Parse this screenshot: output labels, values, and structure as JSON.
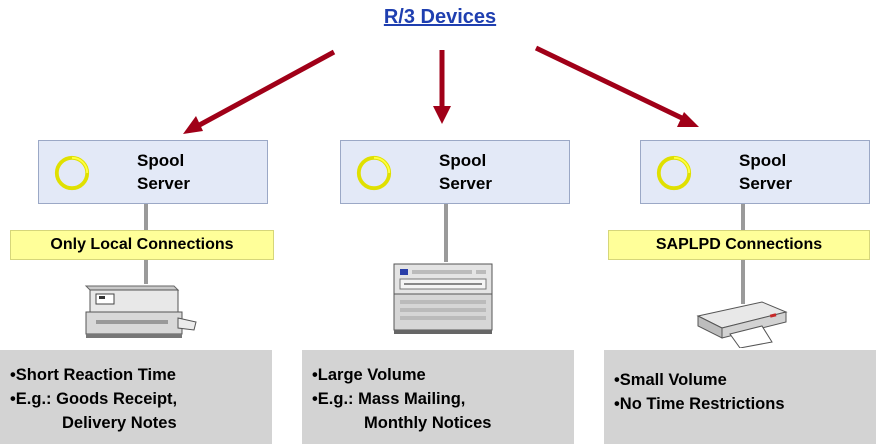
{
  "title": "R/3 Devices",
  "servers": [
    {
      "line1": "Spool",
      "line2": "Server"
    },
    {
      "line1": "Spool",
      "line2": "Server"
    },
    {
      "line1": "Spool",
      "line2": "Server"
    }
  ],
  "connections": {
    "left": "Only Local Connections",
    "right": "SAPLPD Connections"
  },
  "notes": {
    "left": {
      "line1": "•Short Reaction Time",
      "line2": "•E.g.: Goods Receipt,",
      "line3": "Delivery Notes"
    },
    "middle": {
      "line1": "•Large Volume",
      "line2": "•E.g.: Mass Mailing,",
      "line3": "Monthly Notices"
    },
    "right": {
      "line1": "•Small Volume",
      "line2": "•No Time Restrictions"
    }
  },
  "colors": {
    "title": "#1f3fb0",
    "arrow": "#a00018",
    "server_bg": "#e3e9f7",
    "ring": "#ffff00",
    "connection_bg": "#ffff99",
    "note_bg": "#d3d3d3"
  },
  "icons": [
    "circular-arrows-icon",
    "laser-printer-icon",
    "line-printer-icon",
    "desktop-printer-icon"
  ]
}
